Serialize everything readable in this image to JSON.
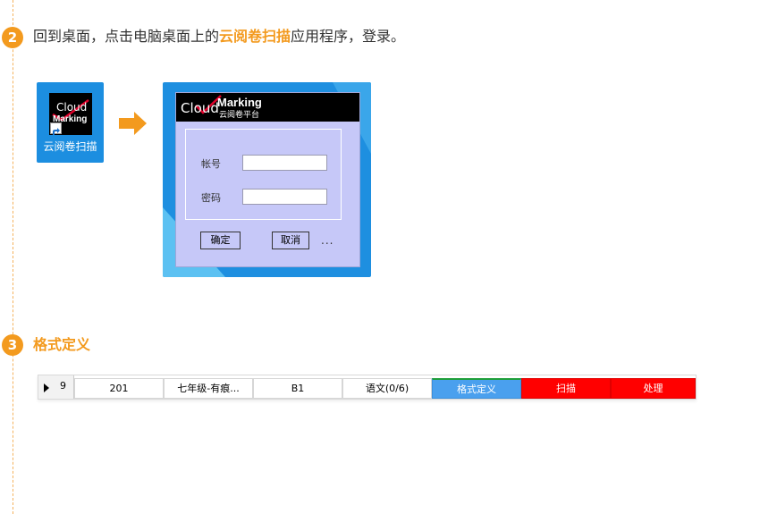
{
  "step2": {
    "number": "2",
    "text_before": "回到桌面，点击电脑桌面上的",
    "app_name": "云阅卷扫描",
    "text_after": "应用程序，登录。"
  },
  "desktop_icon": {
    "logo_cloud": "Cloud",
    "logo_marking": "Marking",
    "label": "云阅卷扫描"
  },
  "login_window": {
    "brand_cloud": "Cloud",
    "brand_marking": "Marking",
    "brand_subtitle": "云阅卷平台",
    "account_label": "帐号",
    "account_value": "",
    "password_label": "密码",
    "password_value": "",
    "ok_button": "确定",
    "cancel_button": "取消",
    "more_button": "..."
  },
  "step3": {
    "number": "3",
    "title": "格式定义"
  },
  "grid_row": {
    "row_number": "9",
    "cells": [
      "201",
      "七年级-有痕...",
      "B1",
      "语文(0/6)"
    ],
    "format_button": "格式定义",
    "scan_button": "扫描",
    "process_button": "处理"
  },
  "colors": {
    "accent": "#f39a1e",
    "desktop_blue": "#1c8ee0",
    "window_lilac": "#c6c8f8",
    "format_blue": "#4aa0ee",
    "action_red": "#ff0000"
  }
}
